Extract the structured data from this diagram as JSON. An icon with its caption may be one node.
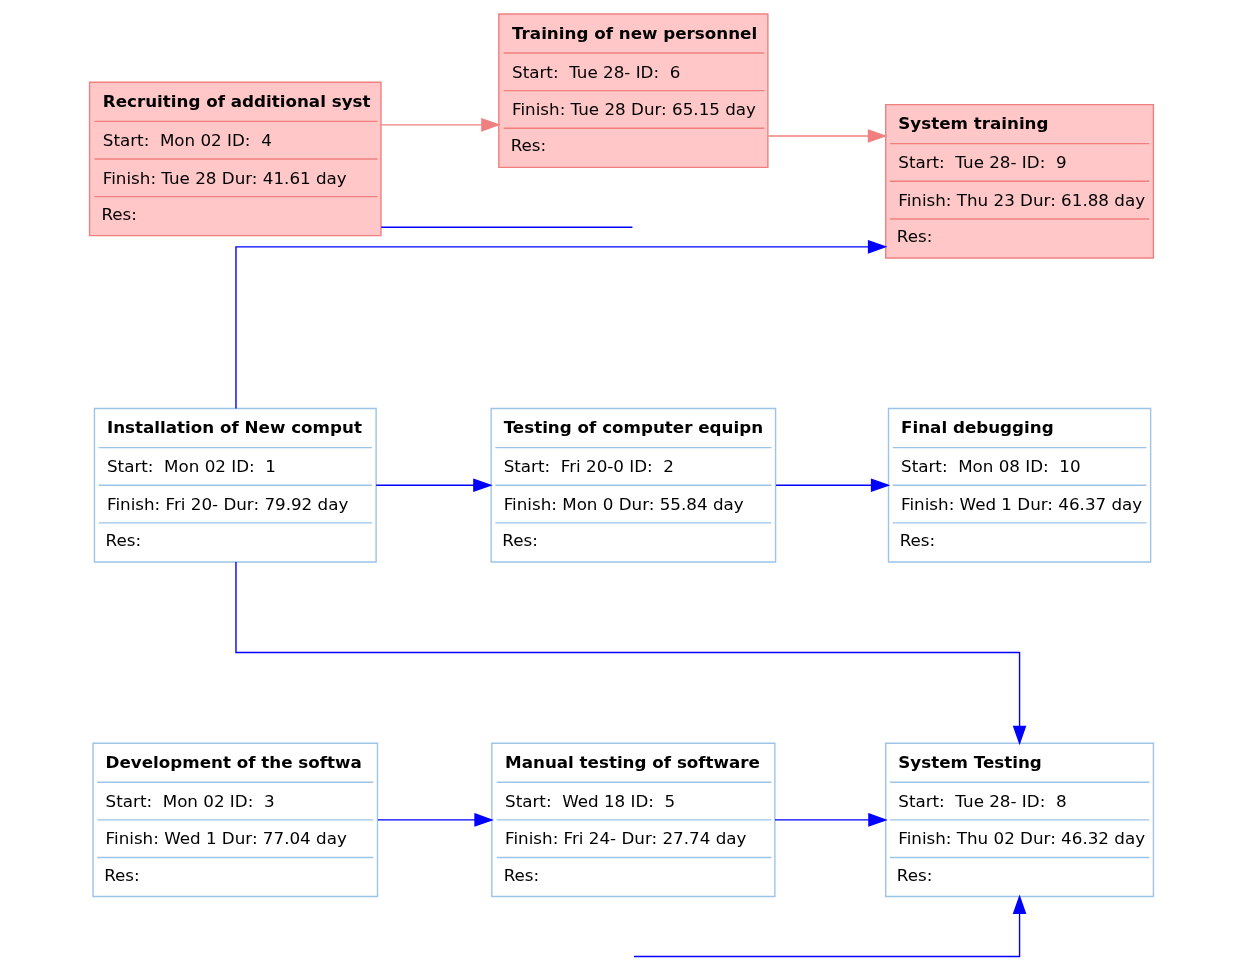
{
  "diagram": {
    "nodes": [
      {
        "text": [
          "Installation of New comput",
          "Start:  Mon 02 ID:  1",
          "Finish: Fri 20- Dur: 79.92 day",
          "Res:"
        ]
      },
      {
        "text": [
          "Testing of computer equipn",
          "Start:  Fri 20-0 ID:  2",
          "Finish: Mon 0 Dur: 55.84 day",
          "Res:"
        ]
      },
      {
        "text": [
          "Final debugging",
          "Start:  Mon 08 ID:  10",
          "Finish: Wed 1 Dur: 46.37 day",
          "Res:"
        ]
      },
      {
        "text": [
          "System Testing",
          "Start:  Tue 28- ID:  8",
          "Finish: Thu 02 Dur: 46.32 day",
          "Res:"
        ]
      },
      {
        "text": [
          "System training",
          "Start:  Tue 28- ID:  9",
          "Finish: Thu 23 Dur: 61.88 day",
          "Res:"
        ]
      },
      {
        "text": [
          "Development of the softwa",
          "Start:  Mon 02 ID:  3",
          "Finish: Wed 1 Dur: 77.04 day",
          "Res:"
        ]
      },
      {
        "text": [
          "Manual testing of software",
          "Start:  Wed 18 ID:  5",
          "Finish: Fri 24- Dur: 27.74 day",
          "Res:"
        ]
      },
      {
        "text": [
          "Recruiting of additional syst",
          "Start:  Mon 02 ID:  4",
          "Finish: Tue 28 Dur: 41.61 day",
          "Res:"
        ]
      },
      {
        "text": [
          "Training of new personnel",
          "Start:  Tue 28- ID:  6",
          "Finish: Tue 28 Dur: 65.15 day",
          "Res:"
        ]
      }
    ],
    "edges": [
      {
        "from": 0,
        "to": 1,
        "arrow": "to"
      },
      {
        "from": 1,
        "to": 2,
        "arrow": "to"
      },
      {
        "from": 0,
        "to": 3,
        "arrow": "to"
      },
      {
        "from": 0,
        "to": 4,
        "arrow": "to"
      },
      {
        "from": 5,
        "to": 6,
        "arrow": "to"
      },
      {
        "from": 6,
        "to": 3,
        "arrow": "to"
      },
      {
        "from": 7,
        "to": 8,
        "arrow": "to",
        "color": "#f08080"
      },
      {
        "from": 8,
        "to": 4,
        "arrow": "to",
        "color": "#f08080"
      },
      {
        "from": 7,
        "to": null,
        "arrow": "none"
      },
      {
        "from": null,
        "to": 3,
        "arrow": "to"
      }
    ]
  }
}
